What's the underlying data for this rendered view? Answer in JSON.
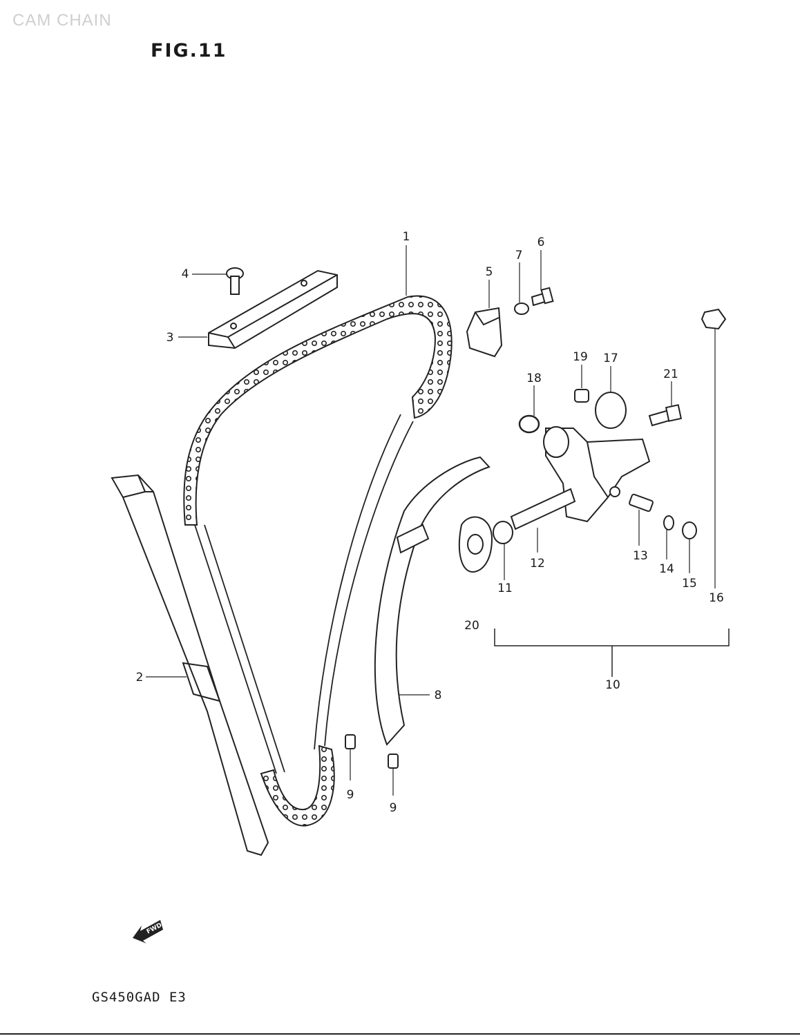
{
  "header": {
    "faint_caption": "CAM CHAIN",
    "figure_title": "FIG.11"
  },
  "footer": {
    "model_code": "GS450GAD E3"
  },
  "fwd_arrow": {
    "label": "FWD"
  },
  "callouts": [
    {
      "id": "1",
      "text": "1"
    },
    {
      "id": "2",
      "text": "2"
    },
    {
      "id": "3",
      "text": "3"
    },
    {
      "id": "4",
      "text": "4"
    },
    {
      "id": "5",
      "text": "5"
    },
    {
      "id": "6",
      "text": "6"
    },
    {
      "id": "7",
      "text": "7"
    },
    {
      "id": "8",
      "text": "8"
    },
    {
      "id": "9a",
      "text": "9"
    },
    {
      "id": "9b",
      "text": "9"
    },
    {
      "id": "10",
      "text": "10"
    },
    {
      "id": "11",
      "text": "11"
    },
    {
      "id": "12",
      "text": "12"
    },
    {
      "id": "13",
      "text": "13"
    },
    {
      "id": "14",
      "text": "14"
    },
    {
      "id": "15",
      "text": "15"
    },
    {
      "id": "16",
      "text": "16"
    },
    {
      "id": "17",
      "text": "17"
    },
    {
      "id": "18",
      "text": "18"
    },
    {
      "id": "19",
      "text": "19"
    },
    {
      "id": "20",
      "text": "20"
    },
    {
      "id": "21",
      "text": "21"
    }
  ]
}
